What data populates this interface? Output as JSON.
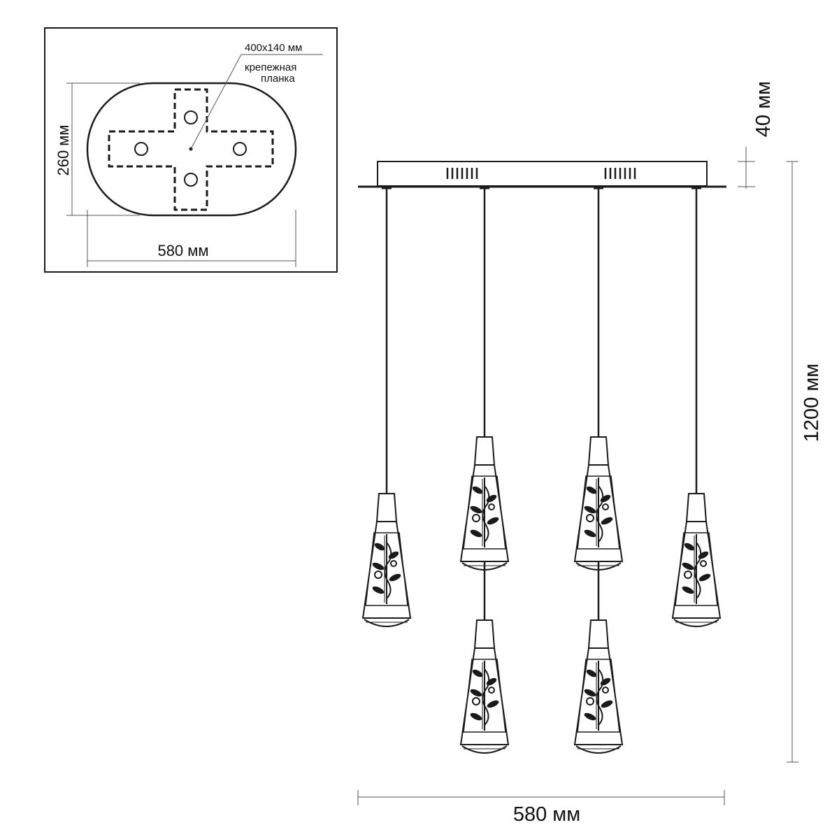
{
  "plan_view": {
    "width_label": "580 мм",
    "height_label": "260 мм",
    "bracket_size_label": "400x140 мм",
    "bracket_name_line1": "крепежная",
    "bracket_name_line2": "планка"
  },
  "elevation": {
    "canopy_height_label": "40 мм",
    "total_height_label": "1200 мм",
    "total_width_label": "580 мм"
  },
  "colors": {
    "line": "#1a1a1a",
    "dimension": "#555555",
    "background": "#ffffff"
  }
}
